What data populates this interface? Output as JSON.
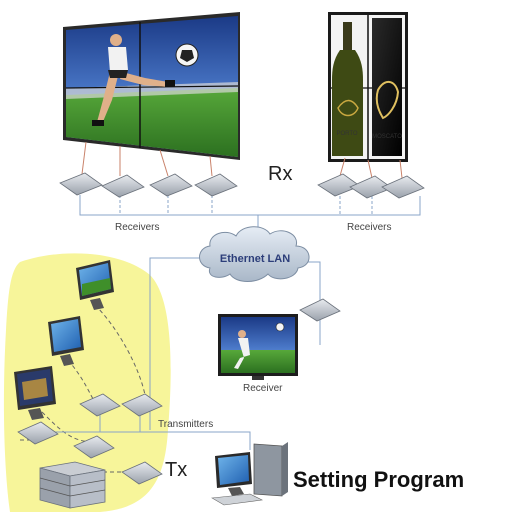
{
  "labels": {
    "rx": "Rx",
    "receivers_left": "Receivers",
    "receivers_right": "Receivers",
    "ethernet": "Ethernet LAN",
    "receiver": "Receiver",
    "transmitters": "Transmitters",
    "tx": "Tx",
    "setting_program": "Setting Program"
  },
  "wine_labels": {
    "left": "PORTO",
    "right": "MOSCATO"
  },
  "colors": {
    "highlight": "#f7f59a",
    "line": "#8aa4c8",
    "screen_blue": "#1e3f8a",
    "grass": "#3f8f2a",
    "device": "#b8bec8"
  }
}
